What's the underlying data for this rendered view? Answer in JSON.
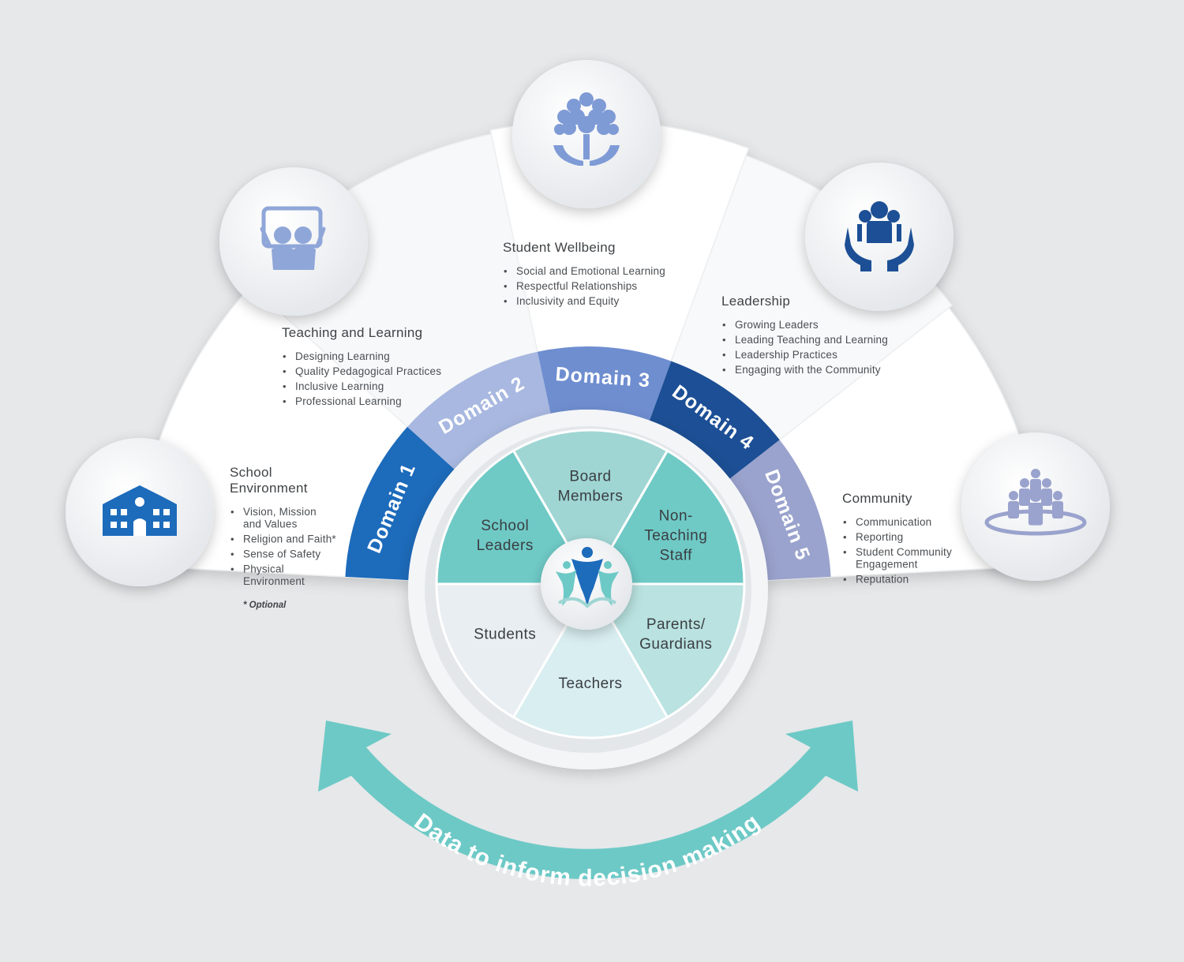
{
  "colors": {
    "background": "#e6e8ea",
    "teal": "#6dc9c6",
    "domain1": "#1d6bbb",
    "domain2": "#a8b8e0",
    "domain3": "#6f8ed0",
    "domain4": "#1c4f95",
    "domain5": "#9aa3cd"
  },
  "domains": [
    {
      "label": "Domain 1",
      "title": [
        "School",
        "Environment"
      ],
      "icon": "school-building-icon",
      "items": [
        [
          "Vision, Mission",
          "and Values"
        ],
        [
          "Religion and Faith*"
        ],
        [
          "Sense of Safety"
        ],
        [
          "Physical",
          "Environment"
        ]
      ],
      "note": "* Optional"
    },
    {
      "label": "Domain 2",
      "title": [
        "Teaching and Learning"
      ],
      "icon": "teacher-board-icon",
      "items": [
        [
          "Designing Learning"
        ],
        [
          "Quality Pedagogical Practices"
        ],
        [
          "Inclusive Learning"
        ],
        [
          "Professional Learning"
        ]
      ]
    },
    {
      "label": "Domain 3",
      "title": [
        "Student Wellbeing"
      ],
      "icon": "tree-in-hands-icon",
      "items": [
        [
          "Social and Emotional Learning"
        ],
        [
          "Respectful Relationships"
        ],
        [
          "Inclusivity and Equity"
        ]
      ]
    },
    {
      "label": "Domain 4",
      "title": [
        "Leadership"
      ],
      "icon": "people-in-hands-icon",
      "items": [
        [
          "Growing Leaders"
        ],
        [
          "Leading Teaching and Learning"
        ],
        [
          "Leadership Practices"
        ],
        [
          "Engaging with the Community"
        ]
      ]
    },
    {
      "label": "Domain 5",
      "title": [
        "Community"
      ],
      "icon": "community-group-icon",
      "items": [
        [
          "Communication"
        ],
        [
          "Reporting"
        ],
        [
          "Student Community",
          "Engagement"
        ],
        [
          "Reputation"
        ]
      ]
    }
  ],
  "stakeholders": [
    {
      "label": [
        "Board",
        "Members"
      ],
      "color": "#9fd6d4"
    },
    {
      "label": [
        "Non-",
        "Teaching",
        "Staff"
      ],
      "color": "#6fcac6"
    },
    {
      "label": [
        "Parents/",
        "Guardians"
      ],
      "color": "#b9e2e0"
    },
    {
      "label": [
        "Teachers"
      ],
      "color": "#d8eef0"
    },
    {
      "label": [
        "Students"
      ],
      "color": "#e9eef2"
    },
    {
      "label": [
        "School",
        "Leaders"
      ],
      "color": "#6fcac6"
    }
  ],
  "center_icon": "school-logo-icon",
  "arrow_label": "Data to inform decision making"
}
